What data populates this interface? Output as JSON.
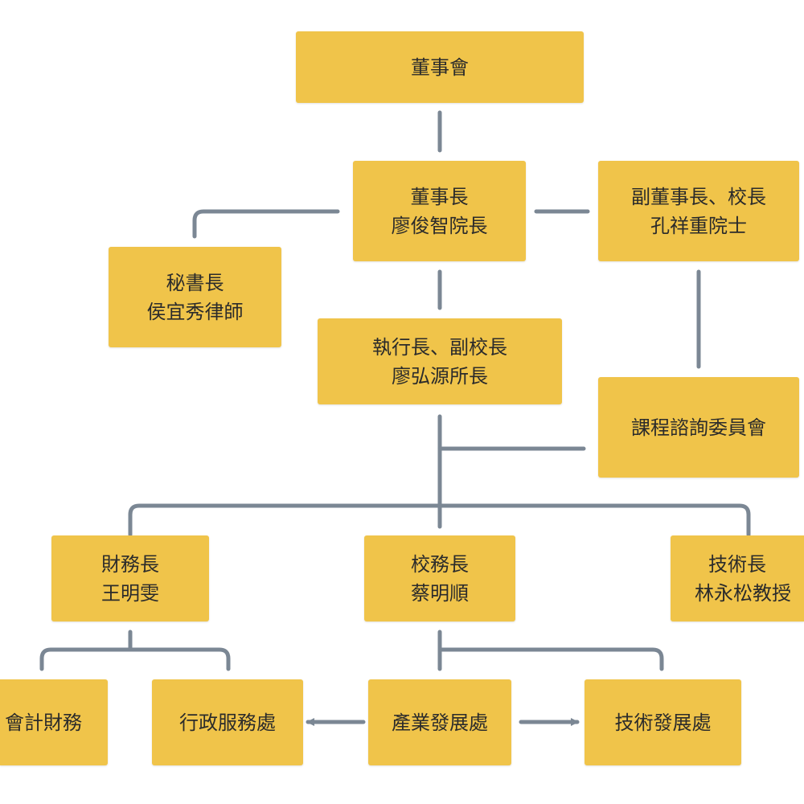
{
  "colors": {
    "box_fill": "#f0c44a",
    "connector": "#7b8794",
    "text": "#2b2b2b"
  },
  "nodes": {
    "board": {
      "line1": "董事會"
    },
    "chairman": {
      "line1": "董事長",
      "line2": "廖俊智院長"
    },
    "vice_chairman": {
      "line1": "副董事長、校長",
      "line2": "孔祥重院士"
    },
    "secretary_general": {
      "line1": "秘書長",
      "line2": "侯宜秀律師"
    },
    "ceo": {
      "line1": "執行長、副校長",
      "line2": "廖弘源所長"
    },
    "curriculum_committee": {
      "line1": "課程諮詢委員會"
    },
    "finance_chief": {
      "line1": "財務長",
      "line2": "王明雯"
    },
    "school_affairs_chief": {
      "line1": "校務長",
      "line2": "蔡明順"
    },
    "technology_chief": {
      "line1": "技術長",
      "line2": "林永松教授"
    },
    "accounting_finance": {
      "line1": "會計財務"
    },
    "admin_services": {
      "line1": "行政服務處"
    },
    "industry_development": {
      "line1": "產業發展處"
    },
    "technology_development": {
      "line1": "技術發展處"
    }
  }
}
